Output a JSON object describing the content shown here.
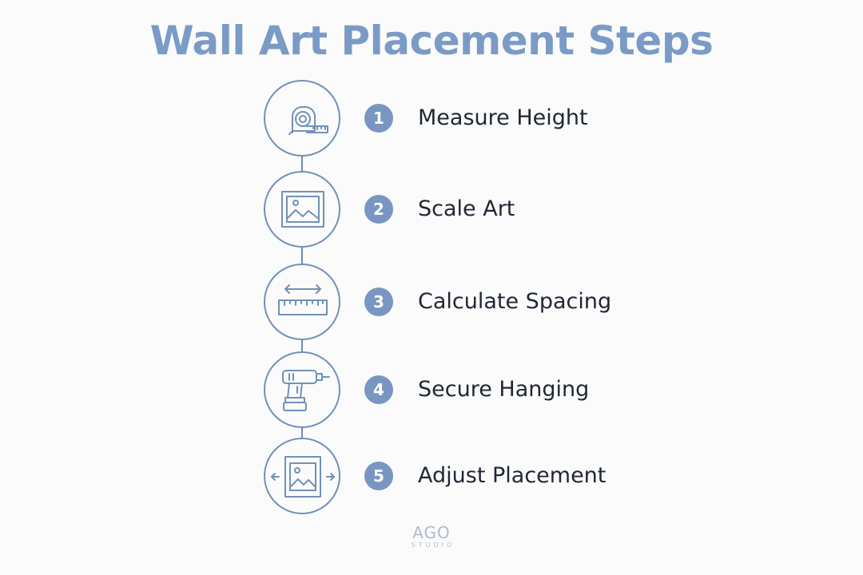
{
  "title": "Wall Art Placement Steps",
  "colors": {
    "accent": "#7896c1",
    "outline": "#7191b8",
    "text": "#1f2733"
  },
  "steps": [
    {
      "number": "1",
      "label": "Measure Height",
      "icon": "tape-measure-icon"
    },
    {
      "number": "2",
      "label": "Scale Art",
      "icon": "framed-picture-icon"
    },
    {
      "number": "3",
      "label": "Calculate Spacing",
      "icon": "ruler-arrow-icon"
    },
    {
      "number": "4",
      "label": "Secure Hanging",
      "icon": "drill-icon"
    },
    {
      "number": "5",
      "label": "Adjust Placement",
      "icon": "adjust-frame-icon"
    }
  ],
  "logo": {
    "name": "AGO",
    "sub": "STUDIO"
  }
}
